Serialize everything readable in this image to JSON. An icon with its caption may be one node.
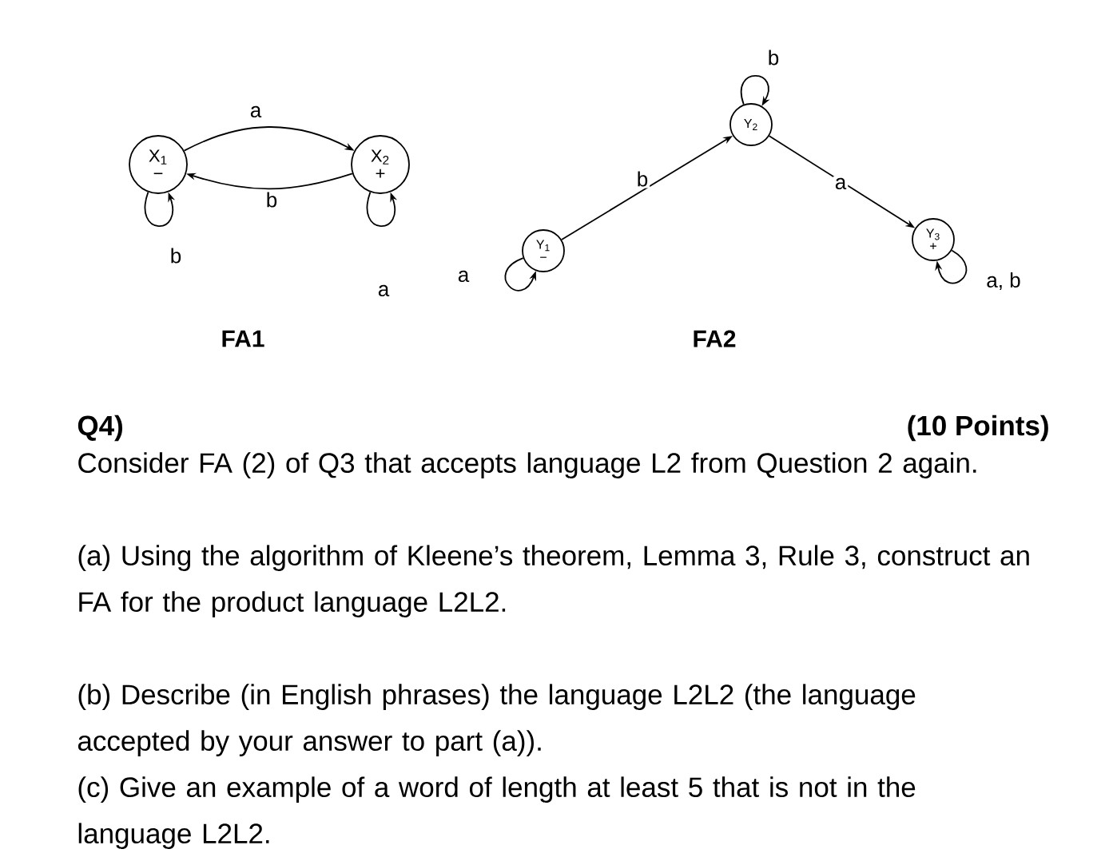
{
  "diagram": {
    "nodes": [
      {
        "text": [
          "X$_{1}$",
          "−"
        ]
      },
      {
        "text": [
          "X$_{2}$",
          "+"
        ]
      },
      {
        "text": [
          "Y$_{1}$",
          "−"
        ]
      },
      {
        "text": [
          "Y$_{2}$"
        ]
      },
      {
        "text": [
          "Y$_{3}$",
          "+"
        ]
      }
    ],
    "edges": [
      {
        "from": 0,
        "to": 1,
        "arrow": "to",
        "label": "a"
      },
      {
        "from": 1,
        "to": 0,
        "arrow": "to",
        "label": "b"
      },
      {
        "from": 0,
        "to": 0,
        "arrow": "to",
        "label": "b"
      },
      {
        "from": 1,
        "to": 1,
        "arrow": "to",
        "label": "a"
      },
      {
        "from": 2,
        "to": 2,
        "arrow": "to",
        "label": "a"
      },
      {
        "from": 2,
        "to": 3,
        "arrow": "to",
        "label": "b"
      },
      {
        "from": 3,
        "to": 3,
        "arrow": "to",
        "label": "b"
      },
      {
        "from": 3,
        "to": 4,
        "arrow": "to",
        "label": "a"
      },
      {
        "from": 4,
        "to": 4,
        "arrow": "to",
        "label": "a, b"
      }
    ],
    "labels": [
      "FA1",
      "FA2",
      "Q4)",
      "(10 Points)",
      "Consider FA (2) of Q3 that accepts language L2 from Question 2 again.",
      "(a) Using the algorithm of Kleene’s theorem, Lemma 3, Rule 3, construct an FA for the product language L2L2.",
      "(b) Describe (in English phrases) the language L2L2 (the language accepted by your answer to part (a)).",
      "(c) Give an example of a word of length at least 5 that is not in the language L2L2."
    ]
  }
}
